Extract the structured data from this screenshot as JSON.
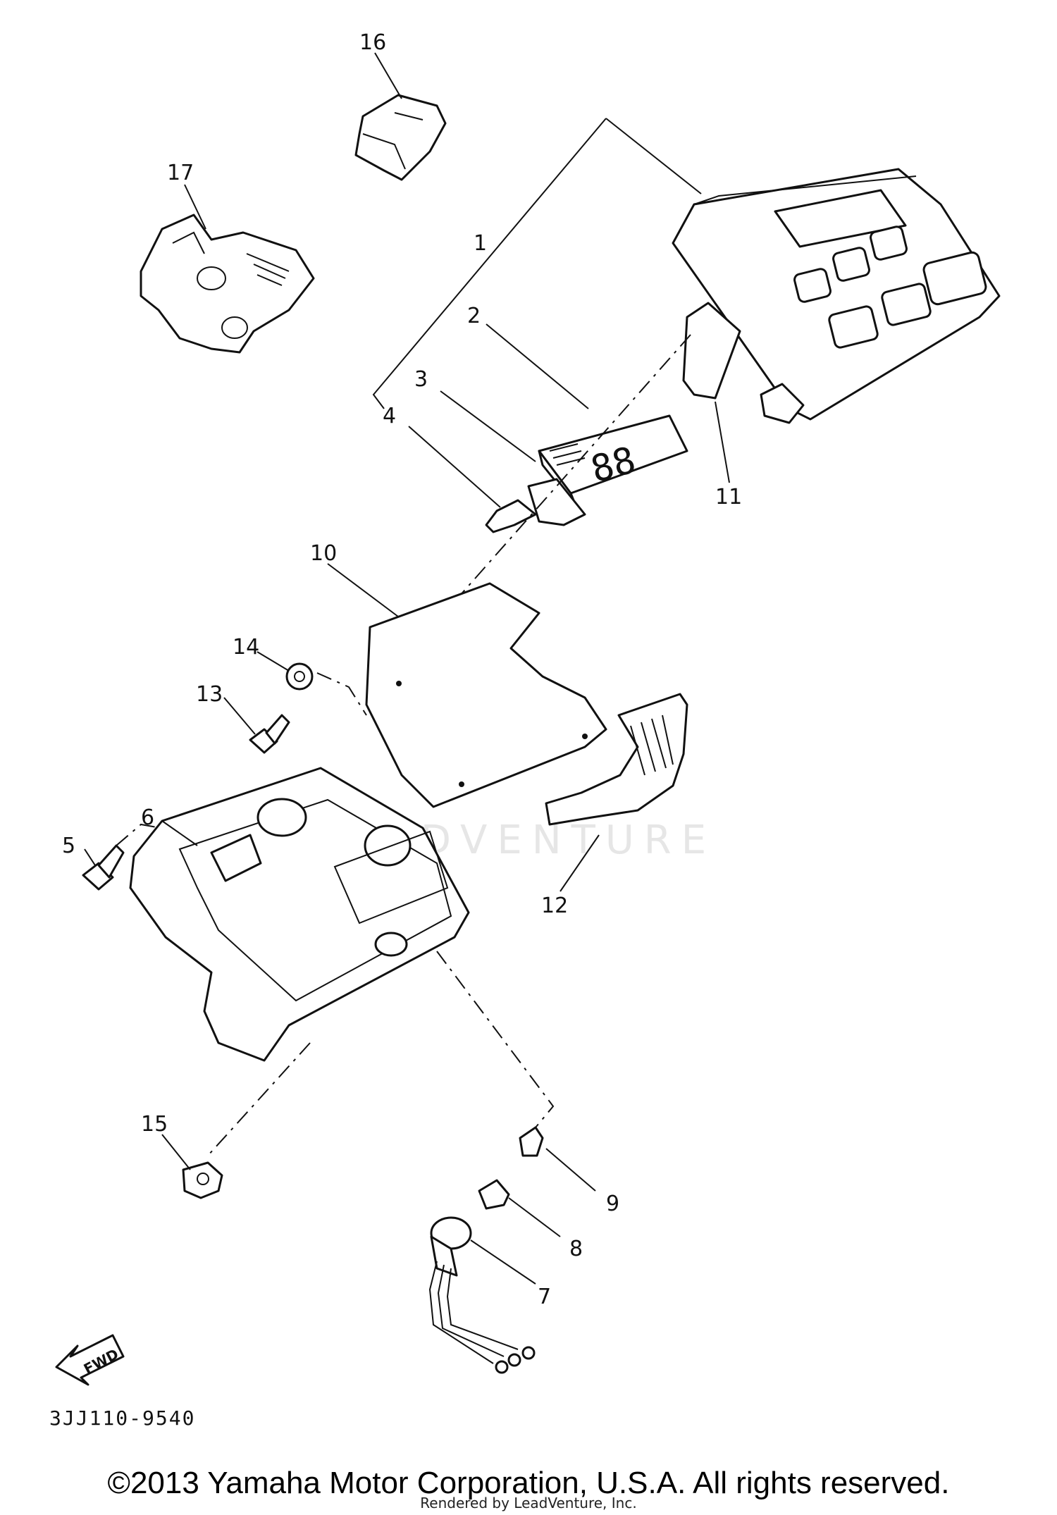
{
  "callouts": {
    "p1": "1",
    "p2": "2",
    "p3": "3",
    "p4": "4",
    "p5": "5",
    "p6": "6",
    "p7": "7",
    "p8": "8",
    "p9": "9",
    "p10": "10",
    "p11": "11",
    "p12": "12",
    "p13": "13",
    "p14": "14",
    "p15": "15",
    "p16": "16",
    "p17": "17"
  },
  "display_digits": "88",
  "fwd_label": "FWD",
  "diagram_code": "3JJ110-9540",
  "watermark": "LEADVENTURE",
  "copyright": "©2013 Yamaha Motor Corporation, U.S.A. All rights reserved.",
  "rendered_by": "Rendered by LeadVenture, Inc."
}
